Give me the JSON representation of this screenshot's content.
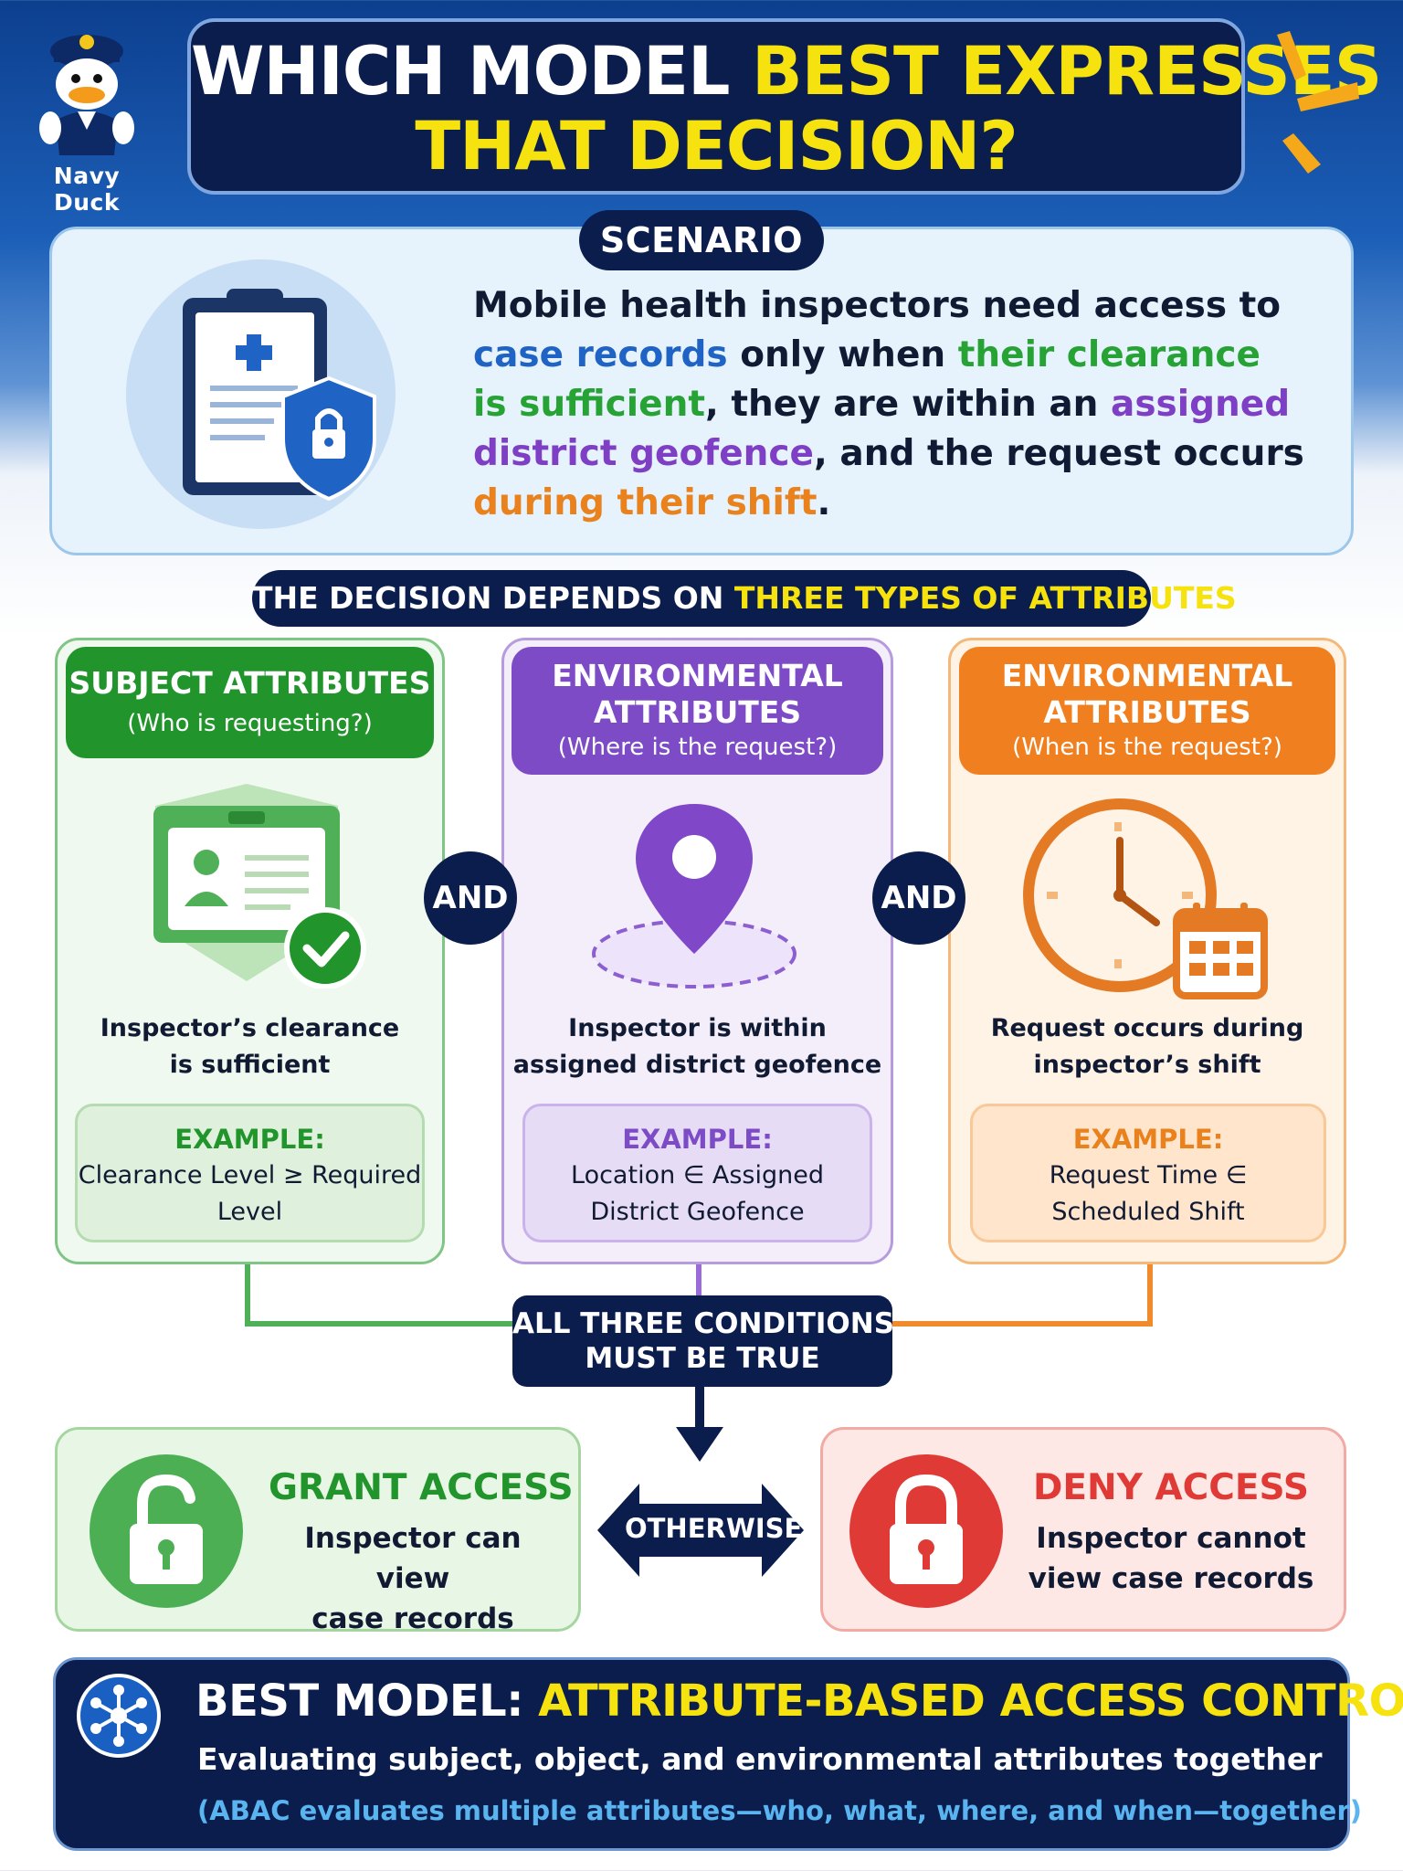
{
  "header": {
    "brand": "Navy Duck",
    "title_white": "WHICH MODEL ",
    "title_yellow_1": "BEST EXPRESSES",
    "title_yellow_2": "THAT DECISION?"
  },
  "scenario": {
    "tag": "SCENARIO",
    "segments": [
      {
        "text": "Mobile health inspectors need access to",
        "color": "#111a33"
      },
      {
        "text": "case records",
        "color": "#1f63c4"
      },
      {
        "text": " only when ",
        "color": "#111a33"
      },
      {
        "text": "their clearance",
        "color": "#27a234"
      },
      {
        "text": "is sufficient",
        "color": "#27a234"
      },
      {
        "text": ", they are within an ",
        "color": "#111a33"
      },
      {
        "text": "assigned",
        "color": "#7e3fc4"
      },
      {
        "text": "district geofence",
        "color": "#7e3fc4"
      },
      {
        "text": ", and the request occurs",
        "color": "#111a33"
      },
      {
        "text": "during their shift",
        "color": "#e9811d"
      },
      {
        "text": ".",
        "color": "#111a33"
      }
    ]
  },
  "decision": {
    "prefix": "THE DECISION DEPENDS ON ",
    "highlight": "THREE TYPES OF ATTRIBUTES"
  },
  "columns": [
    {
      "title_1": "SUBJECT ATTRIBUTES",
      "title_2": "",
      "subtitle": "(Who is requesting?)",
      "desc_1": "Inspector’s clearance",
      "desc_2": "is sufficient",
      "example_label": "EXAMPLE:",
      "example_1": "Clearance Level ≥ Required",
      "example_2": "Level",
      "color": "#21952c"
    },
    {
      "title_1": "ENVIRONMENTAL",
      "title_2": "ATTRIBUTES",
      "subtitle": "(Where is the request?)",
      "desc_1": "Inspector is within",
      "desc_2": "assigned district geofence",
      "example_label": "EXAMPLE:",
      "example_1": "Location ∈ Assigned",
      "example_2": "District Geofence",
      "color": "#7d4bc6"
    },
    {
      "title_1": "ENVIRONMENTAL",
      "title_2": "ATTRIBUTES",
      "subtitle": "(When is the request?)",
      "desc_1": "Request occurs during",
      "desc_2": "inspector’s shift",
      "example_label": "EXAMPLE:",
      "example_1": "Request Time ∈",
      "example_2": "Scheduled Shift",
      "color": "#f07f1f"
    }
  ],
  "connectors": {
    "and_1": "AND",
    "and_2": "AND",
    "all_three_1": "ALL THREE CONDITIONS",
    "all_three_2": "MUST BE TRUE",
    "otherwise": "OTHERWISE"
  },
  "grant": {
    "title": "GRANT ACCESS",
    "text_1": "Inspector can view",
    "text_2": "case records",
    "color": "#21952c"
  },
  "deny": {
    "title": "DENY ACCESS",
    "text_1": "Inspector cannot",
    "text_2": "view case records",
    "color": "#e03a36"
  },
  "best_model": {
    "label": "BEST MODEL: ",
    "value": "ATTRIBUTE-BASED ACCESS CONTROL",
    "subtitle": "Evaluating subject, object, and environmental attributes together",
    "note": "(ABAC evaluates multiple attributes—who, what, where, and when—together)"
  }
}
